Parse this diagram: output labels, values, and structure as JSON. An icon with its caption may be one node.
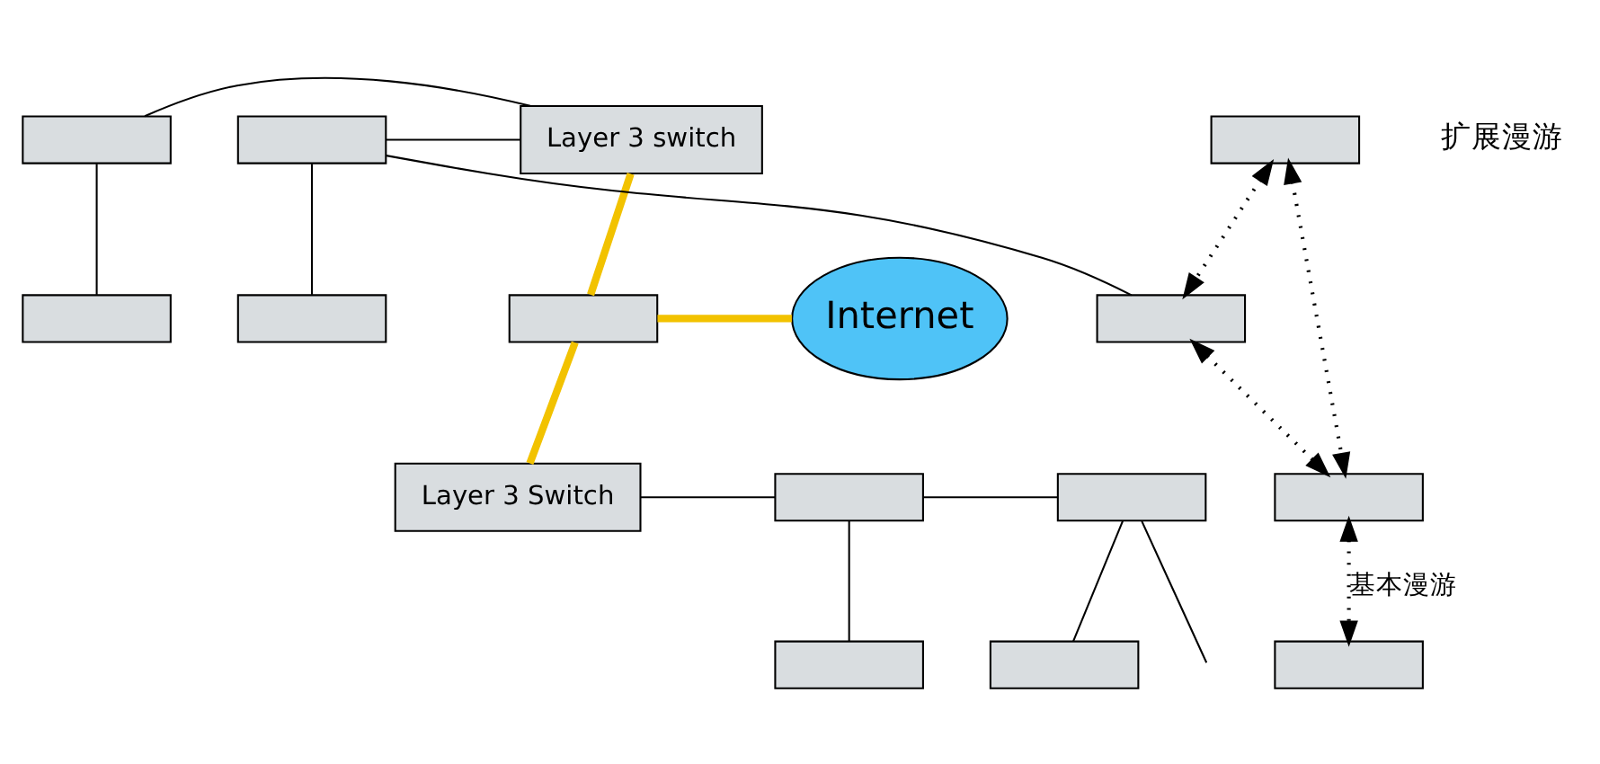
{
  "diagram": {
    "nodes": [
      {
        "text": [
          "Layer 3 switch"
        ]
      },
      {
        "text": [],
        "shape": "box"
      },
      {
        "text": [
          "Internet"
        ]
      },
      {
        "text": [
          "Layer 3 Switch"
        ]
      },
      {
        "text": [],
        "shape": "box"
      },
      {
        "text": [],
        "shape": "box"
      },
      {
        "text": [],
        "shape": "box"
      },
      {
        "text": [],
        "shape": "box"
      },
      {
        "text": [],
        "shape": "box"
      },
      {
        "text": [],
        "shape": "box"
      },
      {
        "text": [],
        "shape": "box"
      },
      {
        "text": [],
        "shape": "box"
      },
      {
        "text": [],
        "shape": "box"
      },
      {
        "text": [],
        "shape": "box"
      },
      {
        "text": [],
        "shape": "box"
      },
      {
        "text": [],
        "shape": "box"
      }
    ],
    "edges": [
      {
        "from": 0,
        "to": 1,
        "arrow": "none",
        "style": "thick",
        "color": "#f2c200"
      },
      {
        "from": 1,
        "to": 3,
        "arrow": "none",
        "style": "thick",
        "color": "#f2c200"
      },
      {
        "from": 1,
        "to": 2,
        "arrow": "none",
        "style": "thick",
        "color": "#f2c200"
      },
      {
        "from": 4,
        "to": 0,
        "arrow": "none"
      },
      {
        "from": 5,
        "to": 0,
        "arrow": "none"
      },
      {
        "from": 4,
        "to": 6,
        "arrow": "none"
      },
      {
        "from": 5,
        "to": 7,
        "arrow": "none"
      },
      {
        "from": 4,
        "to": 9,
        "arrow": "none"
      },
      {
        "from": 3,
        "to": 10,
        "arrow": "none"
      },
      {
        "from": 10,
        "to": 11,
        "arrow": "none"
      },
      {
        "from": 11,
        "to": null,
        "arrow": "none"
      },
      {
        "from": 10,
        "to": 12,
        "arrow": "none"
      },
      {
        "from": 11,
        "to": 13,
        "arrow": "none"
      },
      {
        "from": 8,
        "to": 9,
        "arrow": "both",
        "style": "dashed"
      },
      {
        "from": 8,
        "to": 14,
        "arrow": "both",
        "style": "dashed"
      },
      {
        "from": 9,
        "to": 14,
        "arrow": "both",
        "style": "dashed"
      },
      {
        "from": 14,
        "to": 15,
        "arrow": "both",
        "style": "dashed",
        "label": "基本漫游"
      }
    ],
    "labels": [
      "扩展漫游"
    ]
  }
}
